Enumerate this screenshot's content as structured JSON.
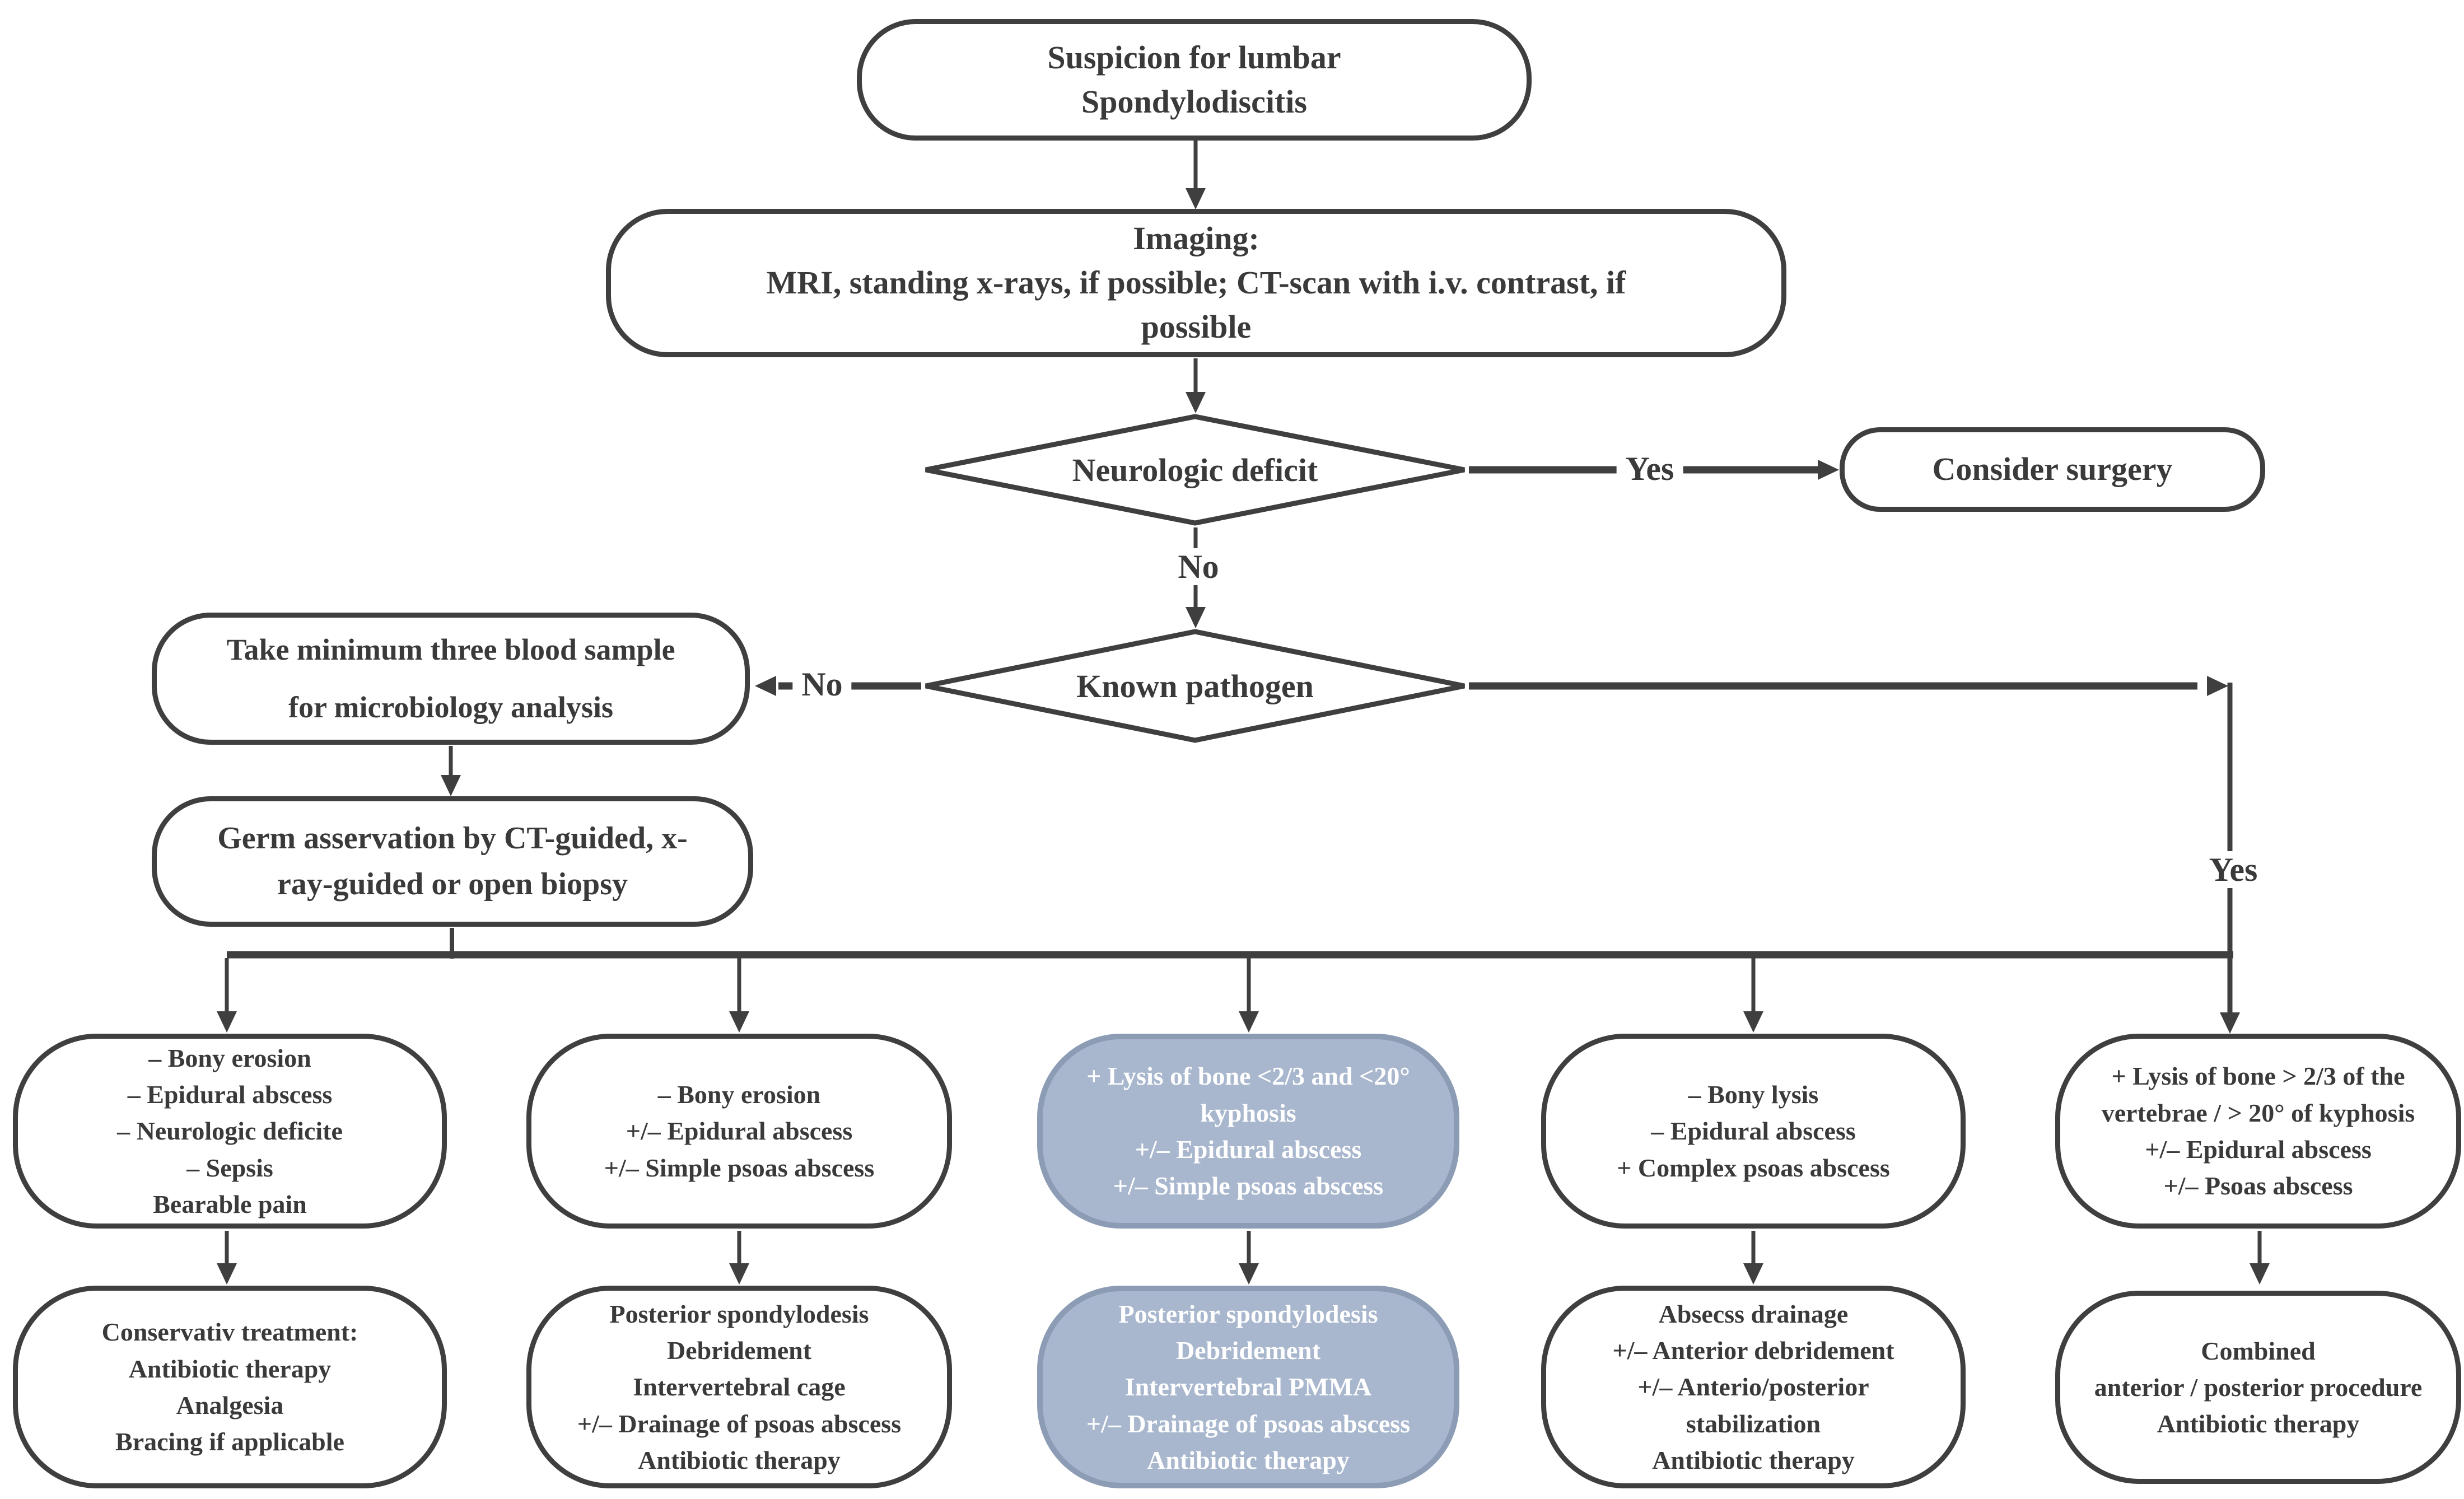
{
  "title": "Lumbar spondylodiscitis treatment algorithm",
  "colors": {
    "line": "#3f3f3f",
    "box_border": "#3f3f3f",
    "box_fill": "#ffffff",
    "text": "#3a3a3a",
    "highlight_fill": "#a8b7cd",
    "highlight_border": "#8c9cb4",
    "highlight_text": "#ffffff",
    "background": "#ffffff"
  },
  "nodes": {
    "suspicion": "Suspicion for lumbar\nSpondylodiscitis",
    "imaging": "Imaging:\nMRI, standing x-rays, if possible; CT-scan with i.v. contrast, if\npossible",
    "neurologic_deficit": "Neurologic deficit",
    "consider_surgery": "Consider surgery",
    "known_pathogen": "Known pathogen",
    "blood_samples": "Take minimum three blood sample\nfor microbiology analysis",
    "germ_asservation": "Germ asservation by CT-guided, x-\nray-guided or open biopsy",
    "condition1": "– Bony erosion\n– Epidural abscess\n– Neurologic deficite\n– Sepsis\nBearable pain",
    "treatment1": "Conservativ treatment:\nAntibiotic therapy\nAnalgesia\nBracing if applicable",
    "condition2": "– Bony erosion\n+/– Epidural abscess\n+/– Simple psoas abscess",
    "treatment2": "Posterior spondylodesis\nDebridement\nIntervertebral cage\n+/– Drainage of psoas abscess\nAntibiotic therapy",
    "condition3": "+ Lysis of bone <2/3 and <20°\nkyphosis\n+/– Epidural abscess\n+/– Simple psoas abscess",
    "treatment3": "Posterior spondylodesis\nDebridement\nIntervertebral PMMA\n+/– Drainage of psoas abscess\nAntibiotic therapy",
    "condition4": "– Bony lysis\n– Epidural abscess\n+ Complex psoas abscess",
    "treatment4": "Absecss drainage\n+/– Anterior debridement\n+/– Anterio/posterior\nstabilization\nAntibiotic therapy",
    "condition5": "+ Lysis of bone > 2/3 of the\nvertebrae / > 20° of kyphosis\n+/– Epidural abscess\n+/– Psoas abscess",
    "treatment5": "Combined\nanterior / posterior procedure\nAntibiotic therapy"
  },
  "labels": {
    "yes_surgery": "Yes",
    "no_deficit": "No",
    "no_pathogen": "No",
    "yes_pathogen": "Yes"
  }
}
